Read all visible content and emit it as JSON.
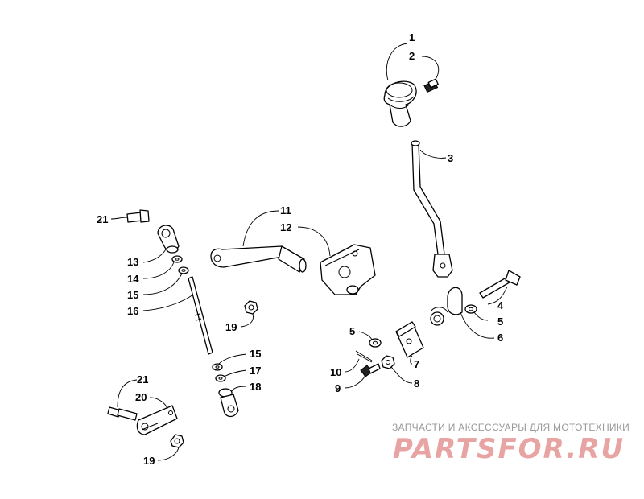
{
  "callouts": [
    {
      "n": "1"
    },
    {
      "n": "2"
    },
    {
      "n": "3"
    },
    {
      "n": "4"
    },
    {
      "n": "5"
    },
    {
      "n": "6"
    },
    {
      "n": "5"
    },
    {
      "n": "7"
    },
    {
      "n": "10"
    },
    {
      "n": "8"
    },
    {
      "n": "9"
    },
    {
      "n": "11"
    },
    {
      "n": "12"
    },
    {
      "n": "21"
    },
    {
      "n": "13"
    },
    {
      "n": "14"
    },
    {
      "n": "15"
    },
    {
      "n": "16"
    },
    {
      "n": "19"
    },
    {
      "n": "15"
    },
    {
      "n": "17"
    },
    {
      "n": "18"
    },
    {
      "n": "21"
    },
    {
      "n": "20"
    },
    {
      "n": "19"
    }
  ],
  "watermark": {
    "caption": "ЗАПЧАСТИ И АКСЕССУАРЫ ДЛЯ МОТОТЕХНИКИ",
    "logo": "PARTSFOR.RU",
    "logo_color": "#e8a3a3",
    "caption_color": "#9a9a9a"
  }
}
